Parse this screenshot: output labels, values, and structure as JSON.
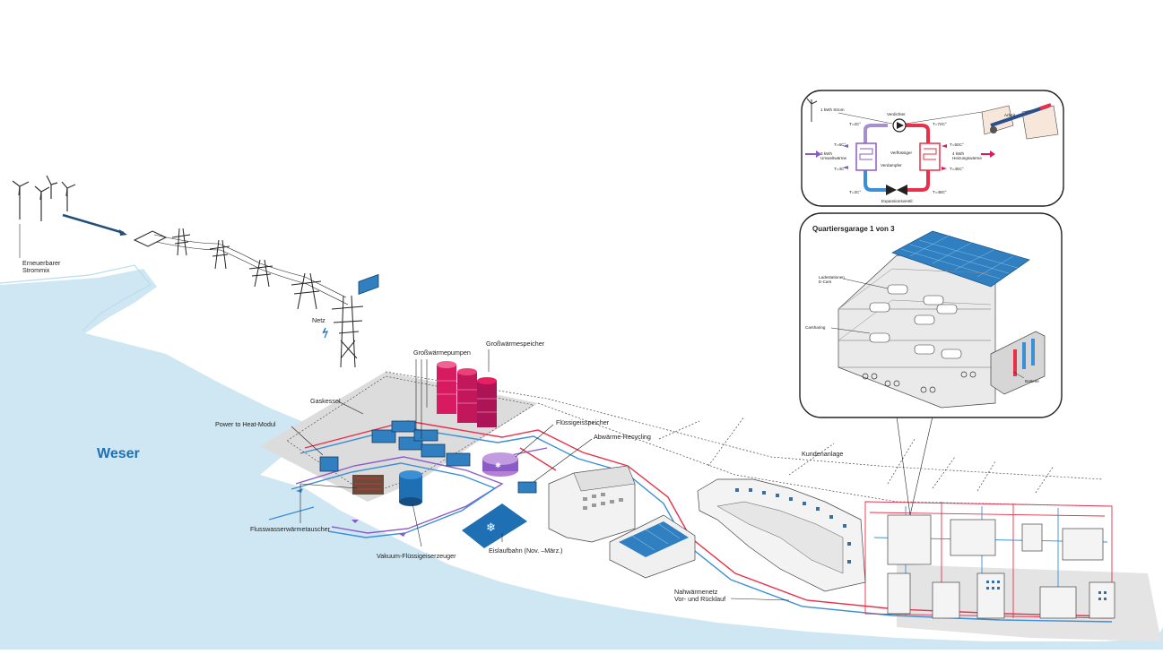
{
  "river": {
    "label": "Weser"
  },
  "labels": {
    "wind": "Erneuerbarer\nStrommix",
    "grid": "Netz",
    "gas_boiler": "Gaskessel",
    "heat_pumps": "Großwärmepumpen",
    "heat_storage": "Großwärmespeicher",
    "p2h": "Power to Heat-Modul",
    "ice_storage": "Flüssigeisspeicher",
    "waste_heat": "Abwärme-Recycling",
    "river_exchanger": "Flusswasserwärmetauscher",
    "vacuum_ice": "Vakuum-Flüssigeiserzeuger",
    "ice_rink": "Eislaufbahn (Nov. –März.)",
    "district_net": "Nahwärmenetz\nVor- und Rücklauf",
    "customer": "Kundenanlage"
  },
  "heatpump_inset": {
    "strom": "1 kWh Strom",
    "verdichter": "Verdichter",
    "arbeit": "Arbeit",
    "t_top_left": "T=2C°",
    "t_top_right": "T=72C°",
    "t_in_high": "T=6C°",
    "t_in_low": "T=4C°",
    "umwelt": "3 kWh\nUmweltwärme",
    "verfluessiger": "Verflüssiger",
    "verdampfer": "Verdampfer",
    "t_out_high": "T=50C°",
    "t_out_low": "T=45C°",
    "heizung": "4 kWh\nHeizungswärme",
    "t_bottom_left": "T=2C°",
    "t_bottom_right": "T=48C°",
    "expansion": "Expansionsventil"
  },
  "garage_inset": {
    "title": "Quartiersgarage 1 von 3",
    "ladestationen": "Ladestationen\nE-Cars",
    "carsharing": "Carsharing",
    "batterie": "Batterie"
  },
  "colors": {
    "river": "#cfe7f2",
    "supply": "#e8304a",
    "return": "#3b8fd6",
    "loop": "#8b5cc8",
    "accent": "#1f6fb5",
    "site": "#dcdcdc"
  }
}
